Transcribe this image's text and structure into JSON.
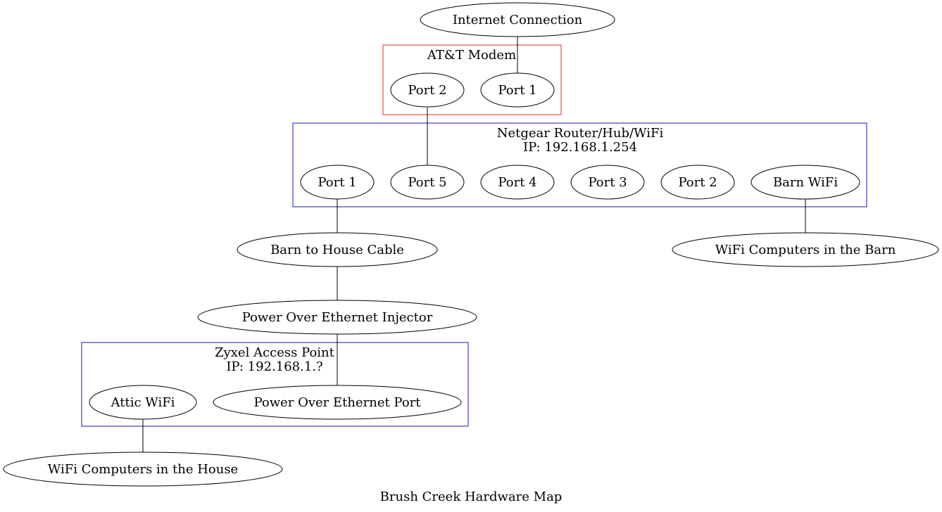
{
  "diagram": {
    "caption": "Brush Creek Hardware Map",
    "colors": {
      "modem_border": "#e0302a",
      "router_border": "#1a1ab4",
      "access_point_border": "#1a1ab4",
      "edge": "#000000"
    },
    "nodes": {
      "internet": "Internet Connection",
      "modem_port2": "Port 2",
      "modem_port1": "Port 1",
      "router_port1": "Port 1",
      "router_port5": "Port 5",
      "router_port4": "Port 4",
      "router_port3": "Port 3",
      "router_port2": "Port 2",
      "barn_wifi": "Barn WiFi",
      "barn_house_cable": "Barn to House Cable",
      "barn_computers": "WiFi Computers in the Barn",
      "poe_injector": "Power Over Ethernet Injector",
      "attic_wifi": "Attic WiFi",
      "poe_port": "Power Over Ethernet Port",
      "house_computers": "WiFi Computers in the House"
    },
    "clusters": {
      "modem": {
        "title": "AT&T Modem"
      },
      "router": {
        "title": "Netgear Router/Hub/WiFi",
        "ip": "IP: 192.168.1.254"
      },
      "access_point": {
        "title": "Zyxel Access Point",
        "ip": "IP: 192.168.1.?"
      }
    },
    "edges": [
      [
        "internet",
        "modem_port1"
      ],
      [
        "modem_port2",
        "router_port5"
      ],
      [
        "router_port1",
        "barn_house_cable"
      ],
      [
        "barn_wifi",
        "barn_computers"
      ],
      [
        "barn_house_cable",
        "poe_injector"
      ],
      [
        "poe_injector",
        "poe_port"
      ],
      [
        "attic_wifi",
        "house_computers"
      ]
    ]
  }
}
